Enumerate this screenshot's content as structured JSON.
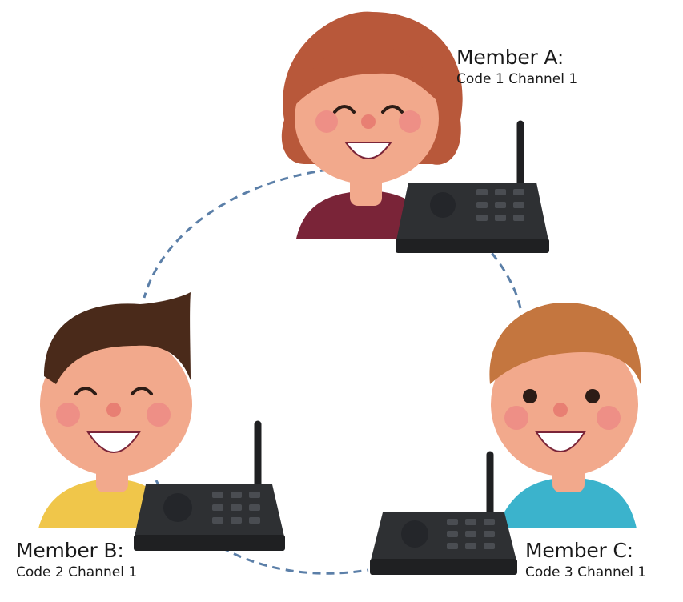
{
  "members": [
    {
      "id": "a",
      "name": "Member A:",
      "code": "Code 1 Channel 1"
    },
    {
      "id": "b",
      "name": "Member B:",
      "code": "Code 2 Channel 1"
    },
    {
      "id": "c",
      "name": "Member C:",
      "code": "Code 3 Channel 1"
    }
  ],
  "colors": {
    "link": "#5b7fa8",
    "skin": "#f2a98c",
    "cheek": "#ee8f86",
    "nose": "#e87f73",
    "hair_a": "#b8583a",
    "hair_b": "#4a2a1a",
    "hair_c": "#c4763f",
    "shirt_a": "#7a2438",
    "shirt_b": "#f0c64a",
    "shirt_c": "#3bb3cc",
    "device": "#2e3033"
  }
}
